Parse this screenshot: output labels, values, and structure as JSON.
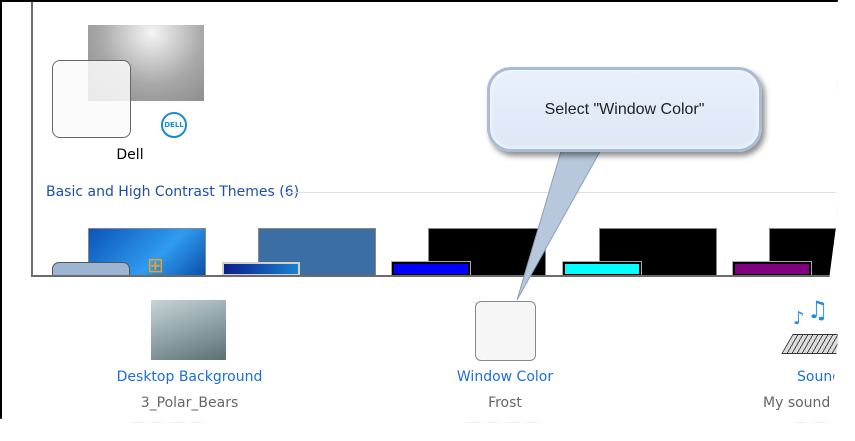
{
  "themes": {
    "dell_theme": {
      "name": "Dell",
      "logo_text": "DELL"
    },
    "group_title": "Basic and High Contrast Themes (6)",
    "basic_tiles": [
      {
        "background": "#1f7fd8",
        "window": "#9db4d2"
      },
      {
        "background": "#3b6ea5",
        "window": "#0a1e8c"
      },
      {
        "background": "#000000",
        "window": "#0000ff"
      },
      {
        "background": "#000000",
        "window": "#00ffff"
      },
      {
        "background": "#000000",
        "window": "#800080"
      }
    ]
  },
  "bottom": {
    "desktop_background": {
      "label": "Desktop Background",
      "value": "3_Polar_Bears"
    },
    "window_color": {
      "label": "Window Color",
      "value": "Frost"
    },
    "sounds": {
      "label": "Sound",
      "value": "My sound s"
    }
  },
  "callout": {
    "text": "Select \"Window Color\""
  },
  "colors": {
    "link": "#1a6fdc",
    "group_title": "#1e4fa8"
  }
}
